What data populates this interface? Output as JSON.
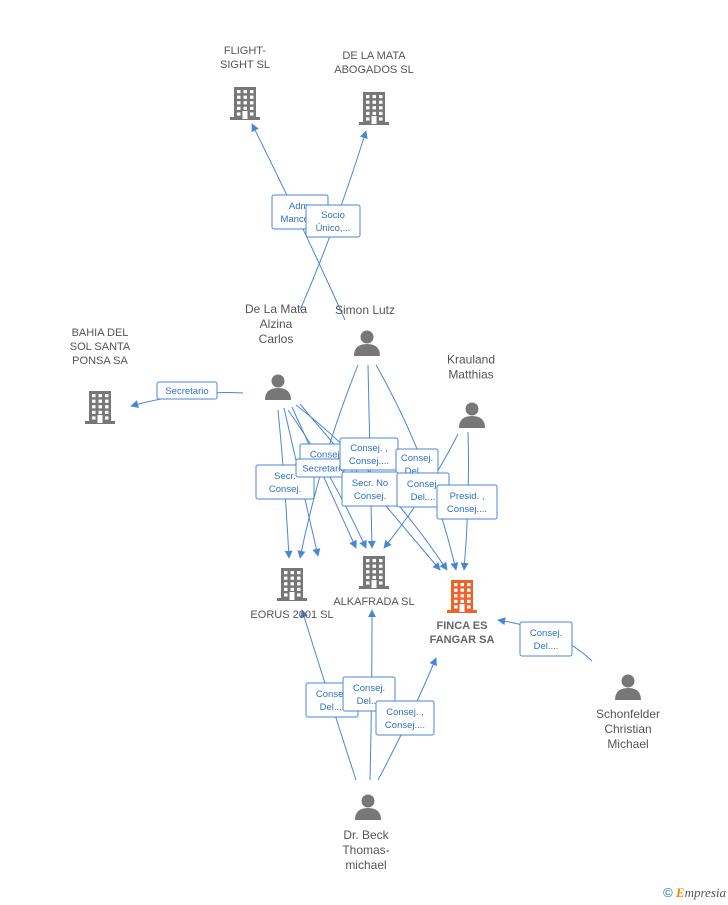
{
  "nodes": [
    {
      "id": "flight",
      "type": "company",
      "label": [
        "FLIGHT-",
        "SIGHT  SL"
      ]
    },
    {
      "id": "delamata_ab",
      "type": "company",
      "label": [
        "DE LA MATA",
        "ABOGADOS SL"
      ]
    },
    {
      "id": "bahia",
      "type": "company",
      "label": [
        "BAHIA DEL",
        "SOL SANTA",
        "PONSA SA"
      ]
    },
    {
      "id": "eorus",
      "type": "company",
      "label": [
        "EORUS 2001 SL"
      ]
    },
    {
      "id": "alkafrada",
      "type": "company",
      "label": [
        "ALKAFRADA SL"
      ]
    },
    {
      "id": "finca",
      "type": "company",
      "focus": true,
      "label": [
        "FINCA ES",
        "FANGAR SA"
      ]
    },
    {
      "id": "simon",
      "type": "person",
      "label": [
        "Simon Lutz"
      ]
    },
    {
      "id": "delamata_c",
      "type": "person",
      "label": [
        "De La Mata",
        "Alzina",
        "Carlos"
      ]
    },
    {
      "id": "krauland",
      "type": "person",
      "label": [
        "Krauland",
        "Matthias"
      ]
    },
    {
      "id": "schonfelder",
      "type": "person",
      "label": [
        "Schonfelder",
        "Christian",
        "Michael"
      ]
    },
    {
      "id": "beck",
      "type": "person",
      "label": [
        "Dr.  Beck",
        "Thomas-",
        "michael"
      ]
    }
  ],
  "edges": [
    {
      "from": "delamata_c",
      "to": "flight"
    },
    {
      "from": "simon",
      "to": "delamata_ab"
    },
    {
      "from": "delamata_c",
      "to": "bahia"
    },
    {
      "from": "delamata_c",
      "to": "eorus"
    },
    {
      "from": "delamata_c",
      "to": "alkafrada"
    },
    {
      "from": "delamata_c",
      "to": "finca"
    },
    {
      "from": "simon",
      "to": "eorus"
    },
    {
      "from": "simon",
      "to": "alkafrada"
    },
    {
      "from": "simon",
      "to": "finca"
    },
    {
      "from": "krauland",
      "to": "finca"
    },
    {
      "from": "krauland",
      "to": "alkafrada"
    },
    {
      "from": "schonfelder",
      "to": "finca"
    },
    {
      "from": "beck",
      "to": "eorus"
    },
    {
      "from": "beck",
      "to": "alkafrada"
    },
    {
      "from": "beck",
      "to": "finca"
    }
  ],
  "relation_boxes": [
    {
      "lines": [
        "Adm.",
        "Mancom."
      ]
    },
    {
      "lines": [
        "Socio",
        "Único,..."
      ]
    },
    {
      "lines": [
        "Secretario"
      ]
    },
    {
      "lines": [
        "Secr.",
        "Consej."
      ]
    },
    {
      "lines": [
        "Consej.",
        ""
      ]
    },
    {
      "lines": [
        "Secretario"
      ]
    },
    {
      "lines": [
        "Consej. ,",
        "Consej...."
      ]
    },
    {
      "lines": [
        "Consej.",
        "Del...."
      ]
    },
    {
      "lines": [
        "Secr. No",
        "Consej."
      ]
    },
    {
      "lines": [
        "Consej.",
        "Del...."
      ]
    },
    {
      "lines": [
        "Presid. ,",
        "Consej...."
      ]
    },
    {
      "lines": [
        "Consej.",
        "Del...."
      ]
    },
    {
      "lines": [
        "Consej.",
        "Del...."
      ]
    },
    {
      "lines": [
        "Consej.",
        "Del...."
      ]
    },
    {
      "lines": [
        "Consej. ,",
        "Consej...."
      ]
    }
  ],
  "footer": {
    "copyright": "©",
    "brand_e": "E",
    "brand_rest": "mpresia"
  },
  "colors": {
    "edge": "#4a86d8",
    "company": "#777777",
    "focus_company": "#f0622a",
    "person": "#777777"
  }
}
